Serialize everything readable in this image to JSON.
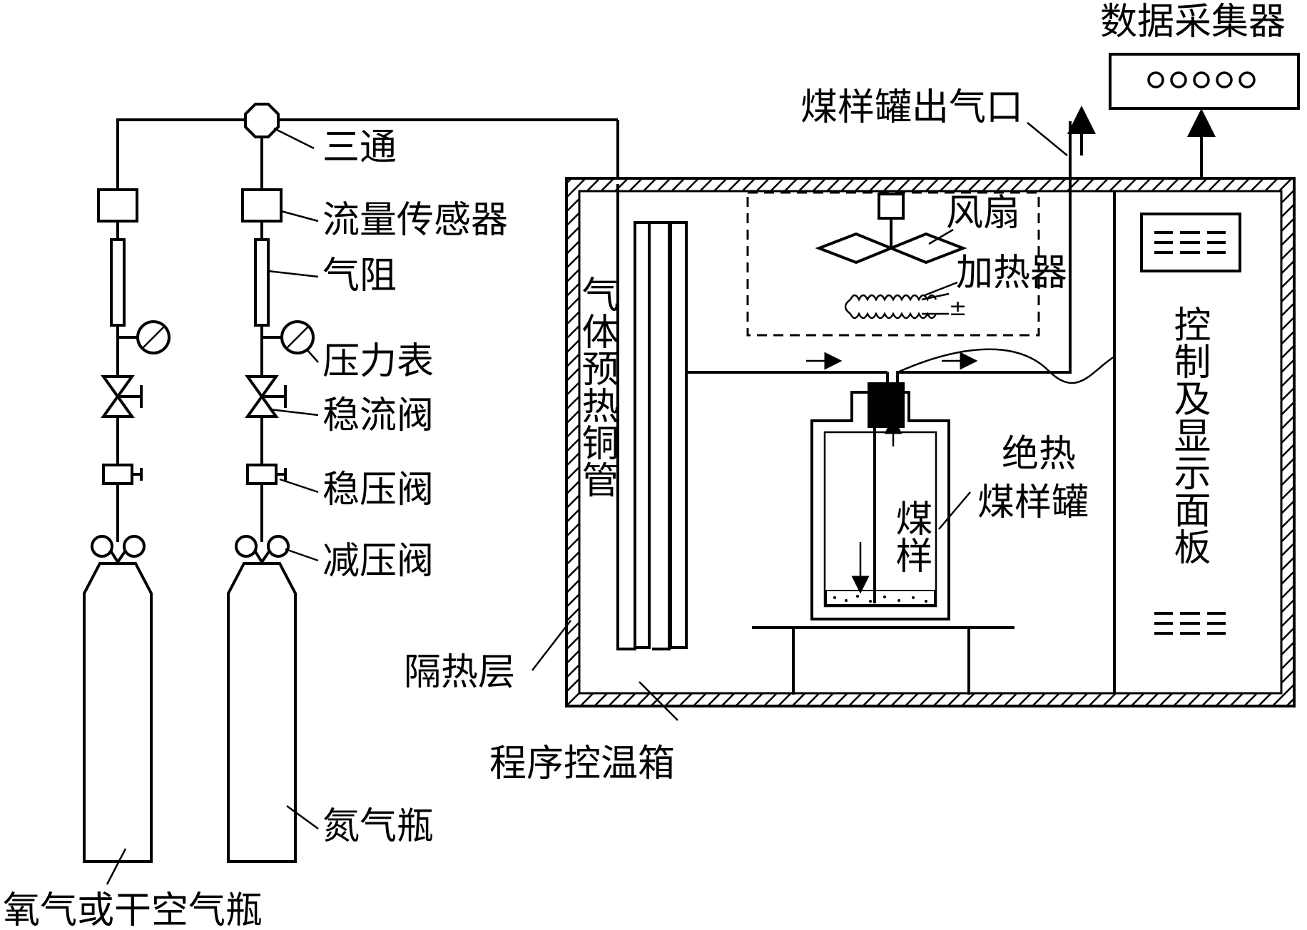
{
  "labels": {
    "three_way": "三通",
    "flow_sensor": "流量传感器",
    "gas_resistor": "气阻",
    "pressure_gauge": "压力表",
    "flow_valve": "稳流阀",
    "pressure_stabilizer": "稳压阀",
    "pressure_reducer": "减压阀",
    "nitrogen_bottle": "氮气瓶",
    "oxygen_bottle": "氧气或干空气瓶",
    "insulation_layer": "隔热层",
    "oven": "程序控温箱",
    "preheat_copper_tube": "气体预热铜管",
    "fan": "风扇",
    "heater": "加热器",
    "heater_sign": "±",
    "can_outlet": "煤样罐出气口",
    "data_collector": "数据采集器",
    "control_panel": "控制及显示面板",
    "insulated_can": [
      "绝热",
      "煤样罐"
    ],
    "coal_sample": "煤样"
  }
}
